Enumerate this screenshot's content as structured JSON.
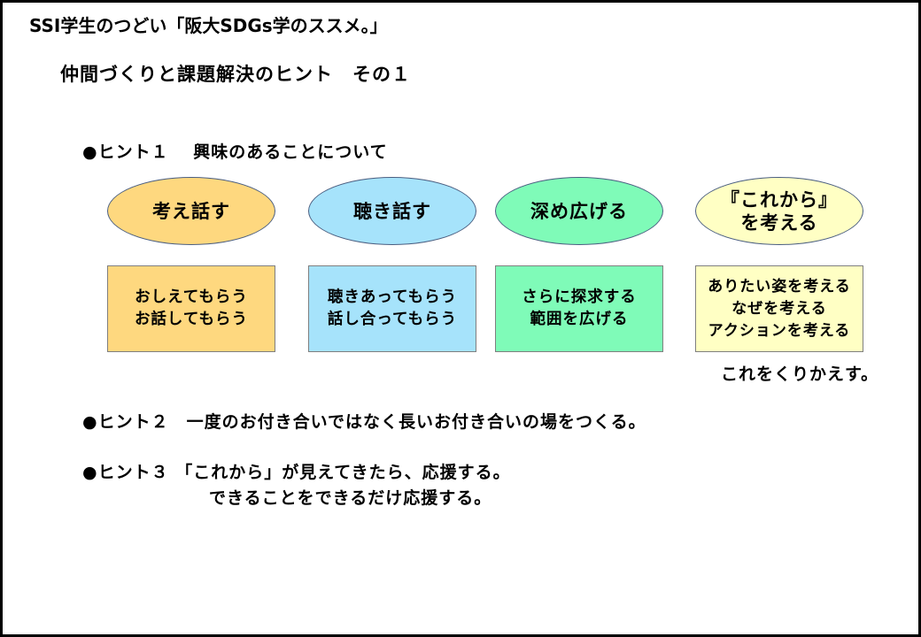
{
  "title": "SSI学生のつどい「阪大SDGs学のススメ。」",
  "subtitle": "仲間づくりと課題解決のヒント　その１",
  "hint1": "●ヒント１　 興味のあることについて",
  "groups": [
    {
      "oval": "考え話す",
      "box": "おしえてもらう\nお話してもらう",
      "oval_color": "#fed87f",
      "box_color": "#fed87f"
    },
    {
      "oval": "聴き話す",
      "box": "聴きあってもらう\n話し合ってもらう",
      "oval_color": "#a6e3fb",
      "box_color": "#a6e3fb"
    },
    {
      "oval": "深め広げる",
      "box": "さらに探求する\n範囲を広げる",
      "oval_color": "#7ffbb8",
      "box_color": "#7ffbb8"
    },
    {
      "oval": "『これから』\nを考える",
      "box": "ありたい姿を考える\nなぜを考える\nアクションを考える",
      "oval_color": "#ffffc4",
      "box_color": "#ffffc4"
    }
  ],
  "repeat_note": "これをくりかえす。",
  "hint2": "●ヒント２　一度のお付き合いではなく長いお付き合いの場をつくる。",
  "hint3": {
    "line1": "●ヒント３ 「これから」が見えてきたら、応援する。",
    "line2": "できることをできるだけ応援する。"
  }
}
